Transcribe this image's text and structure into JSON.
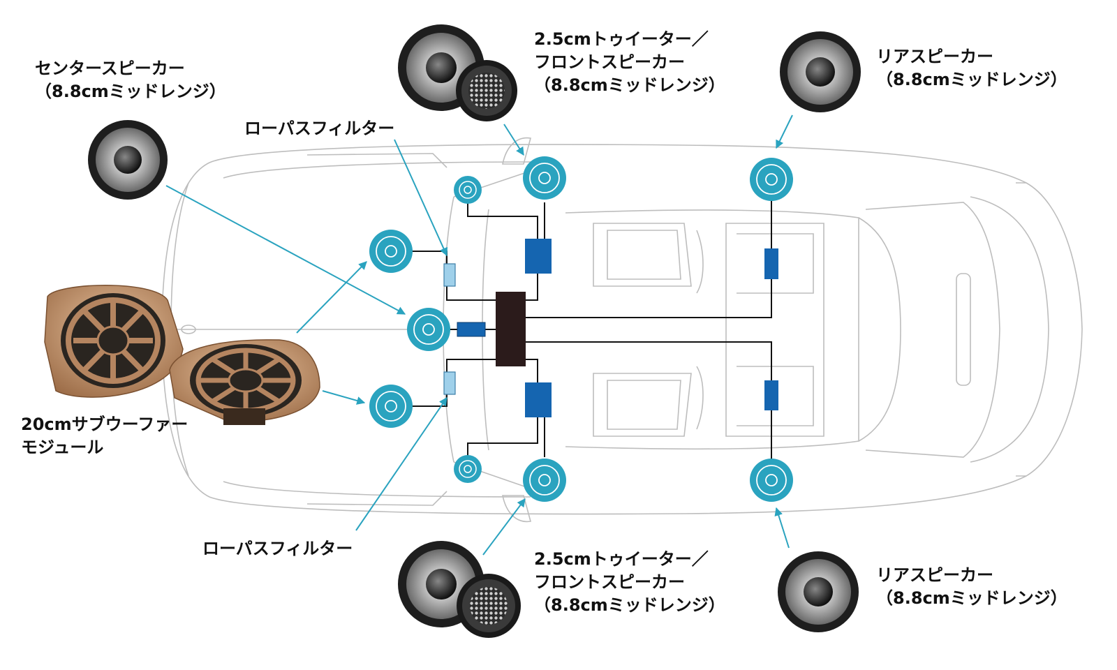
{
  "colors": {
    "speaker": "#2aa3bf",
    "speaker_ring": "#ffffff",
    "arrow": "#2aa3bf",
    "crossover": "#1565b0",
    "low_pass_filter": "#9fd0ea",
    "amplifier": "#2b1b1b",
    "wire": "#111111",
    "car_outline": "#bdbdbd",
    "subwoofer": "#c99a72"
  },
  "labels": {
    "center_speaker": {
      "line1": "センタースピーカー",
      "line2": "（8.8cmミッドレンジ）"
    },
    "front_top": {
      "line1": "2.5cmトゥイーター／",
      "line2": "フロントスピーカー",
      "line3": "（8.8cmミッドレンジ）"
    },
    "rear_top": {
      "line1": "リアスピーカー",
      "line2": "（8.8cmミッドレンジ）"
    },
    "low_pass_filter_top": "ローパスフィルター",
    "subwoofer_module": {
      "line1": "20cmサブウーファー",
      "line2": "モジュール"
    },
    "low_pass_filter_bottom": "ローパスフィルター",
    "front_bottom": {
      "line1": "2.5cmトゥイーター／",
      "line2": "フロントスピーカー",
      "line3": "（8.8cmミッドレンジ）"
    },
    "rear_bottom": {
      "line1": "リアスピーカー",
      "line2": "（8.8cmミッドレンジ）"
    }
  }
}
